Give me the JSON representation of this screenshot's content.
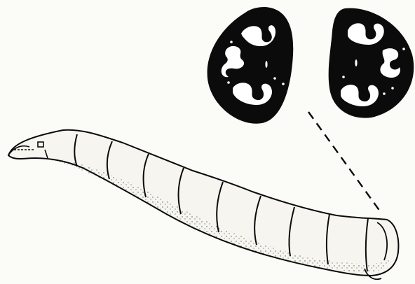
{
  "figure": {
    "subject": "larva",
    "parts": [
      {
        "id": "larva-body"
      },
      {
        "id": "posterior-spiracle-left"
      },
      {
        "id": "posterior-spiracle-right"
      },
      {
        "id": "leader-line"
      }
    ]
  },
  "colors": {
    "ink": "#0b0b0b",
    "paper": "#fbfbf8",
    "body_fill": "#f6f5ef"
  }
}
